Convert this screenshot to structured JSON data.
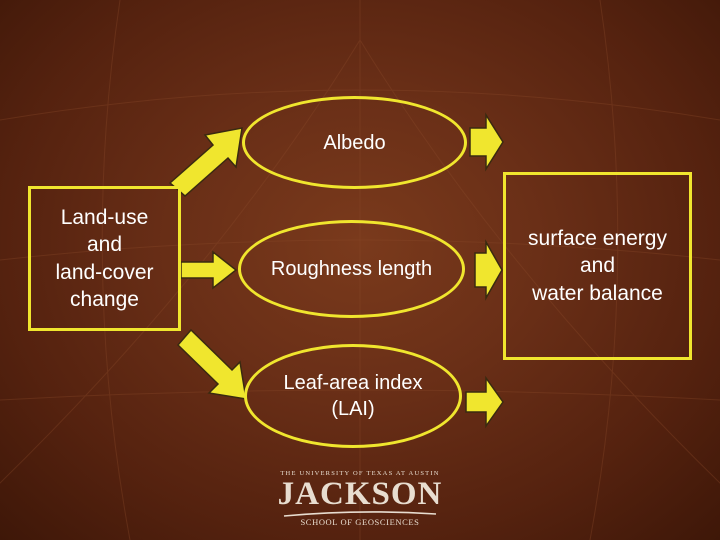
{
  "colors": {
    "accent_yellow": "#f0e62e",
    "text_white": "#ffffff",
    "background_brown": "#6a2f17"
  },
  "source_box": {
    "lines": [
      "Land-use",
      "and",
      "land-cover",
      "change"
    ]
  },
  "nodes": {
    "albedo": "Albedo",
    "roughness": "Roughness length",
    "lai_line1": "Leaf-area index",
    "lai_line2": "(LAI)"
  },
  "target_box": {
    "lines": [
      "surface energy",
      "and",
      "water balance"
    ]
  },
  "logo": {
    "top": "THE UNIVERSITY OF TEXAS AT AUSTIN",
    "main": "JACKSON",
    "sub": "SCHOOL OF GEOSCIENCES"
  }
}
